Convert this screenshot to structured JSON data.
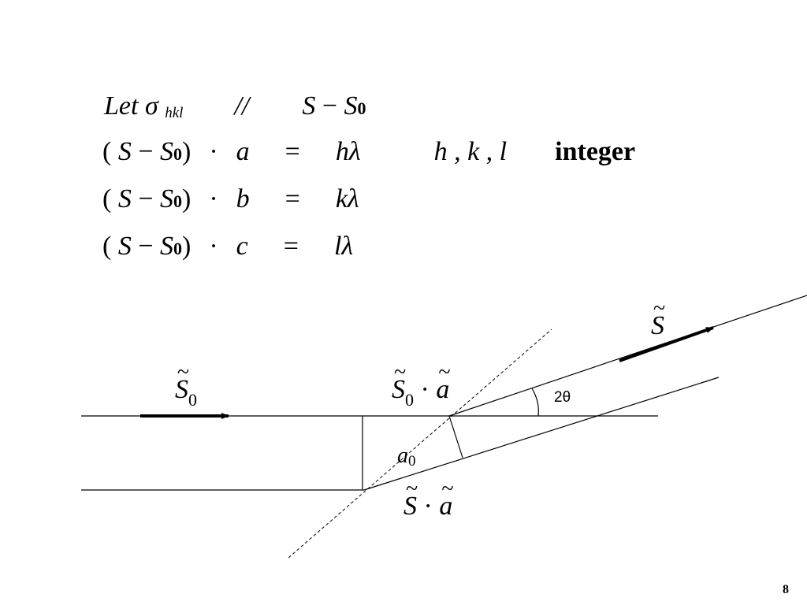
{
  "equations": {
    "line1": {
      "let": "Let",
      "sigma": "σ",
      "hkl": "hkl",
      "parallel": "//",
      "rhs_s": "S",
      "minus": "−",
      "rhs_s0": "S",
      "rhs_zero": "0"
    },
    "line2": {
      "open": "(",
      "s": "S",
      "minus": "−",
      "s0": "S",
      "zero": "0",
      "close": ")",
      "dot": "·",
      "vec": "a",
      "eq": "=",
      "rhs": "hλ",
      "indices": "h , k , l",
      "integer": "integer"
    },
    "line3": {
      "open": "(",
      "s": "S",
      "minus": "−",
      "s0": "S",
      "zero": "0",
      "close": ")",
      "dot": "·",
      "vec": "b",
      "eq": "=",
      "rhs": "kλ"
    },
    "line4": {
      "open": "(",
      "s": "S",
      "minus": "−",
      "s0": "S",
      "zero": "0",
      "close": ")",
      "dot": "·",
      "vec": "c",
      "eq": "=",
      "rhs": "lλ"
    }
  },
  "diagram": {
    "s0_label": "S",
    "s0_sub": "0",
    "s_label": "S",
    "s0dota_s": "S",
    "s0dota_sub": "0",
    "s0dota_dot": "·",
    "s0dota_a": "a",
    "sdota_s": "S",
    "sdota_dot": "·",
    "sdota_a": "a",
    "a0_label": "a",
    "a0_sub": "0",
    "angle_label": "2θ"
  },
  "page_number": "8"
}
